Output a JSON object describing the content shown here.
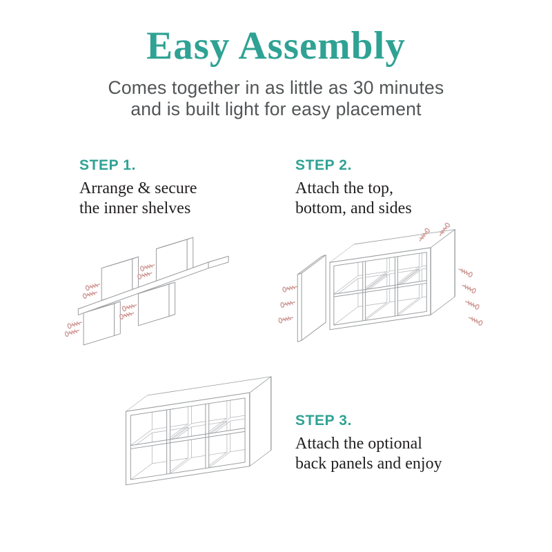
{
  "page": {
    "title": "Easy Assembly",
    "subtitle_line1": "Comes together in as little as 30 minutes",
    "subtitle_line2": "and is built light for easy placement"
  },
  "steps": [
    {
      "label": "STEP 1.",
      "desc_line1": "Arrange & secure",
      "desc_line2": "the inner shelves"
    },
    {
      "label": "STEP 2.",
      "desc_line1": "Attach the top,",
      "desc_line2": "bottom, and sides"
    },
    {
      "label": "STEP 3.",
      "desc_line1": "Attach the optional",
      "desc_line2": "back panels and enjoy"
    }
  ],
  "illustrations": {
    "step1": "inner-shelves-with-screws",
    "step2": "outer-panels-with-screws",
    "step3": "finished-six-cube-shelf"
  },
  "colors": {
    "accent": "#2fa294",
    "text_dark": "#221f20",
    "text_gray": "#525456",
    "line": "#97999c",
    "screw": "#cf9a96"
  }
}
